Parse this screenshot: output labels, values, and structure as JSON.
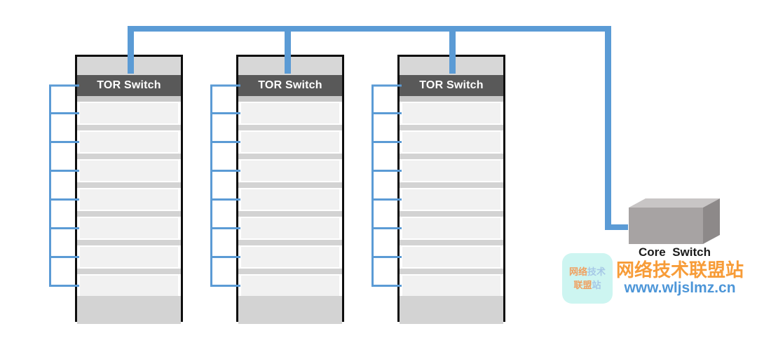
{
  "diagram": {
    "racks": [
      {
        "label": "TOR Switch",
        "slots": 7
      },
      {
        "label": "TOR Switch",
        "slots": 7
      },
      {
        "label": "TOR Switch",
        "slots": 7
      }
    ],
    "core_switch": {
      "label": "Core  Switch"
    },
    "colors": {
      "connector_blue": "#5B9BD5",
      "rack_header_bg": "#595959",
      "rack_header_text": "#ffffff",
      "rack_top_band": "#d7d7d7",
      "slot_fill": "#f1f1f1",
      "band_fill": "#d3d3d3",
      "box_front": "#a7a3a3",
      "box_top": "#c8c5c5",
      "box_side": "#8d8989",
      "watermark_orange": "#F79C38",
      "watermark_blue": "#4D96D8",
      "logo_bg": "#cdf5f1"
    }
  },
  "watermark": {
    "site_name": "网络技术联盟站",
    "site_url": "www.wljslmz.cn",
    "logo": {
      "line1_orange": "网络",
      "line1_blue": "技术",
      "line2_orange": "联盟",
      "line2_blue": "站"
    }
  }
}
